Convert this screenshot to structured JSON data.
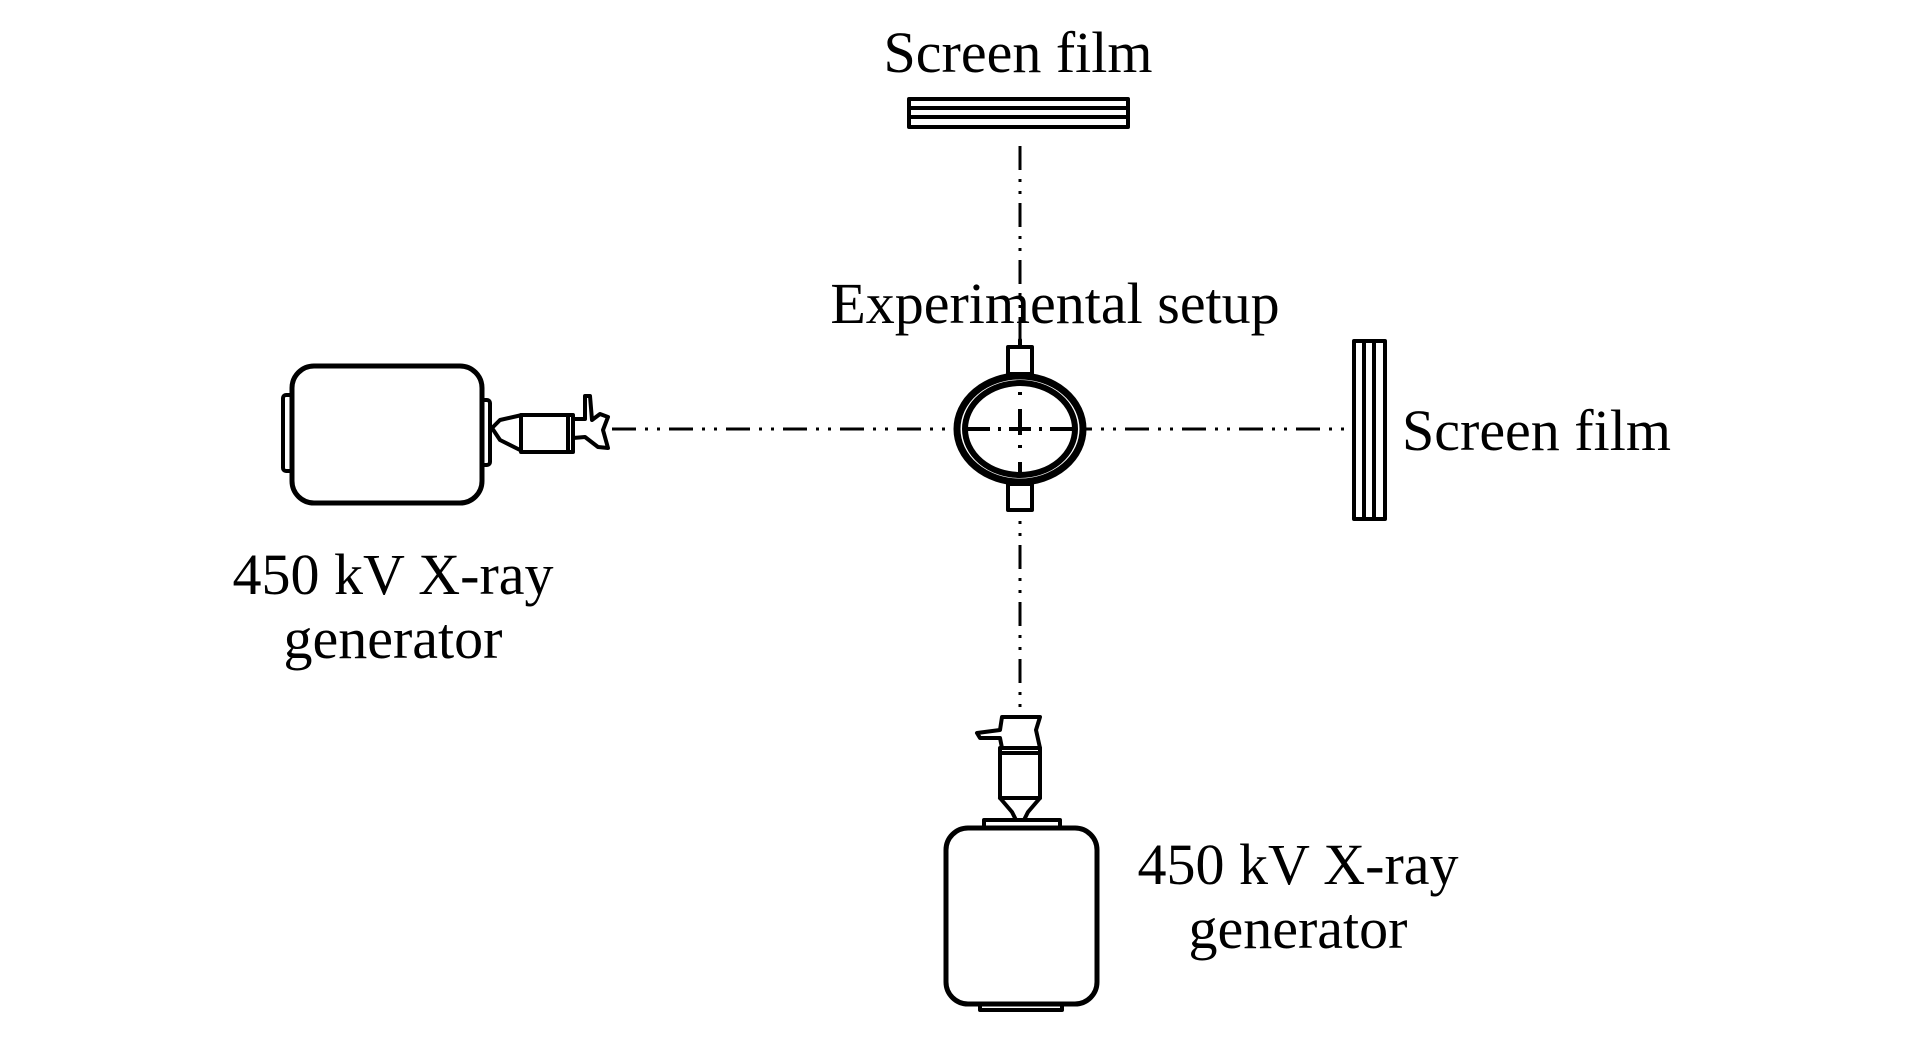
{
  "labels": {
    "screen_film_top": "Screen film",
    "experimental_setup": "Experimental setup",
    "screen_film_right": "Screen film",
    "generator_left_line1": "450 kV X-ray",
    "generator_left_line2": "generator",
    "generator_bottom_line1": "450 kV X-ray",
    "generator_bottom_line2": "generator"
  },
  "colors": {
    "ink": "#000000",
    "background": "#ffffff"
  }
}
